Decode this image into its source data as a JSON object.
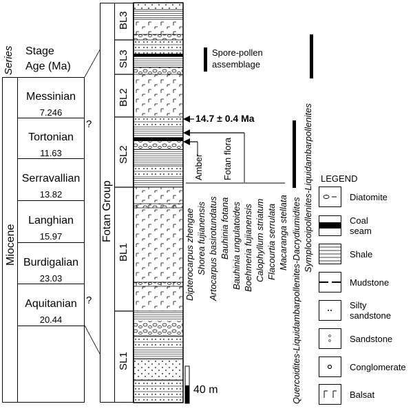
{
  "left_table": {
    "series_header": "Series",
    "stage_header": "Stage",
    "age_header": "Age (Ma)",
    "series_name": "Miocene",
    "stages": [
      {
        "name": "Messinian",
        "age": "7.246"
      },
      {
        "name": "Tortonian",
        "age": "11.63"
      },
      {
        "name": "Serravallian",
        "age": "13.82"
      },
      {
        "name": "Langhian",
        "age": "15.97"
      },
      {
        "name": "Burdigalian",
        "age": "23.03"
      },
      {
        "name": "Aquitanian",
        "age": "20.44"
      }
    ],
    "question_marks": [
      "?",
      "?"
    ]
  },
  "group_label": "Fotan Group",
  "units": [
    "BL3",
    "SL3",
    "BL2",
    "SL2",
    "BL1",
    "SL1"
  ],
  "spore_legend": {
    "line1": "Spore-pollen",
    "line2": "assemblage"
  },
  "age_marker": "14.7 ± 0.4 Ma",
  "amber_label": "Amber",
  "flora_label": "Fotan flora",
  "species": [
    "Dipterocarpus zhengae",
    "Shorea fujianensis",
    "Artocarpus basirotundatus",
    "Bauhinia fotana",
    "Bauhinia ungulatoides",
    "Boehmeria fujianensis",
    "Calophyllum striatum",
    "Flacourtia serrulata",
    "Macaranga stellata"
  ],
  "pollen_assemblages": [
    "Quercoidites-Liquidambarpollenites-Dacrydiumidites",
    "Symplocoipollenites-Liquidambarpollenites"
  ],
  "scale_label": "40 m",
  "legend": {
    "title": "LEGEND",
    "items": [
      "Diatomite",
      "Coal seam",
      "Shale",
      "Mudstone",
      "Silty sandstone",
      "Sandstone",
      "Conglomerate",
      "Balsat"
    ]
  }
}
